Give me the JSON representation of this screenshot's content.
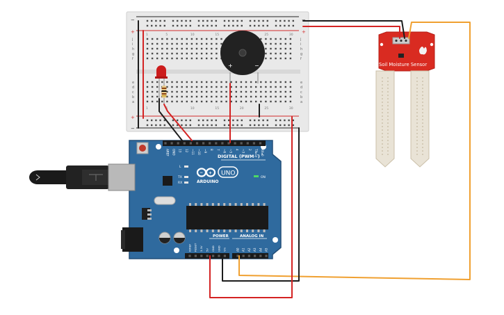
{
  "colors": {
    "background": "#ffffff",
    "breadboard": "#e9e9e9",
    "breadboard_rail_red": "#d42b2b",
    "breadboard_rail_black": "#222222",
    "arduino_board": "#2f6a9e",
    "arduino_dark": "#1f4f7a",
    "sensor_board": "#d92b21",
    "sensor_probe": "#e9e3d6",
    "wire_red": "#d42323",
    "wire_black": "#1c1c1c",
    "wire_orange": "#f0a030",
    "led_red": "#cc1d1d",
    "buzzer": "#222222"
  },
  "arduino": {
    "logo_text": "ARDUINO",
    "model_badge": "UNO",
    "digital_label": "DIGITAL (PWM~)",
    "power_label": "POWER",
    "analog_label": "ANALOG IN",
    "on_label": "ON",
    "led_labels": [
      "L",
      "TX",
      "RX"
    ],
    "digital_pins": [
      "AREF",
      "GND",
      "13",
      "12",
      "~11",
      "~10",
      "~9",
      "8",
      "7",
      "~6",
      "~5",
      "4",
      "~3",
      "2",
      "TX▸1",
      "RX◂0"
    ],
    "power_pins": [
      "IOREF",
      "RESET",
      "3.3V",
      "5V",
      "GND",
      "GND",
      "Vin"
    ],
    "analog_pins": [
      "A0",
      "A1",
      "A2",
      "A3",
      "A4",
      "A5"
    ]
  },
  "sensor": {
    "label": "Soil Moisture Sensor"
  },
  "buzzer": {
    "plus": "+",
    "minus": "−"
  },
  "breadboard": {
    "row_letters_top": [
      "j",
      "i",
      "h",
      "g",
      "f"
    ],
    "row_letters_bottom": [
      "e",
      "d",
      "c",
      "b",
      "a"
    ],
    "column_numbers": [
      "1",
      "5",
      "10",
      "15",
      "20",
      "25",
      "30"
    ],
    "rail_plus": "+",
    "rail_minus": "−"
  }
}
